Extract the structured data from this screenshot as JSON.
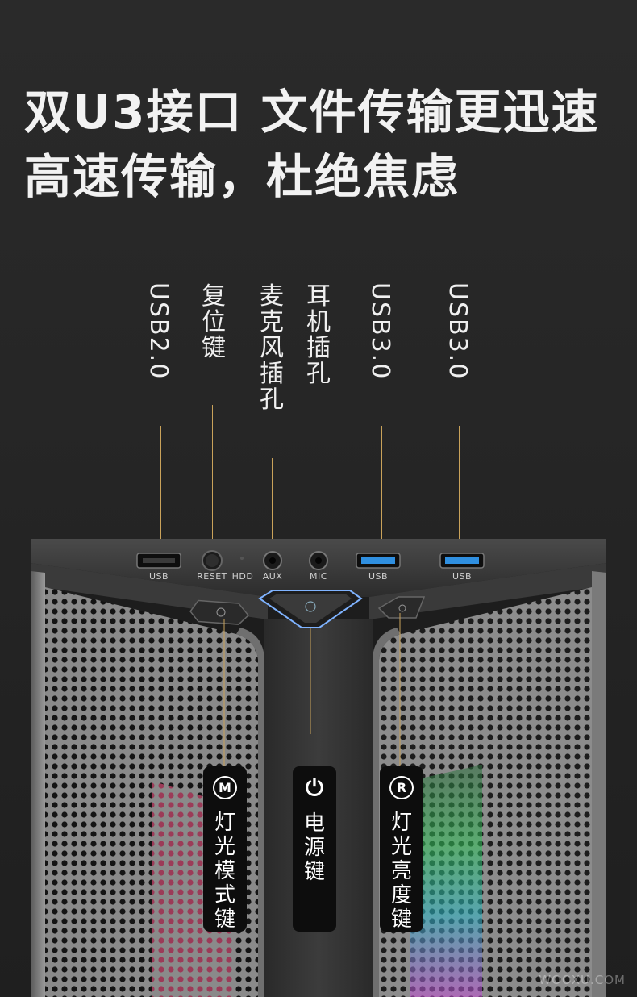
{
  "headline": {
    "line1": "双U3接口 文件传输更迅速",
    "line2": "高速传输，杜绝焦虑"
  },
  "labels": {
    "usb2": "USB2.0",
    "reset": "复位键",
    "aux": "麦克风插孔",
    "mic": "耳机插孔",
    "usb3_a": "USB3.0",
    "usb3_b": "USB3.0"
  },
  "ports": {
    "usb": "USB",
    "reset": "RESET",
    "hdd": "HDD",
    "aux": "AUX",
    "mic": "MIC",
    "usb3_a": "USB",
    "usb3_b": "USB"
  },
  "callouts": {
    "mode": {
      "icon": "M",
      "text": "灯光模式键",
      "icon_name": "mode-m-icon"
    },
    "power": {
      "icon": "⏻",
      "text": "电源键",
      "icon_name": "power-icon"
    },
    "brightness": {
      "icon": "R",
      "text": "灯光亮度键",
      "icon_name": "brightness-r-icon"
    }
  },
  "watermark": "WOOXU.COM",
  "colors": {
    "leader": "#c9a25a",
    "usb3_port": "#2f8fe0",
    "power_glow": "#7fb3ff"
  }
}
